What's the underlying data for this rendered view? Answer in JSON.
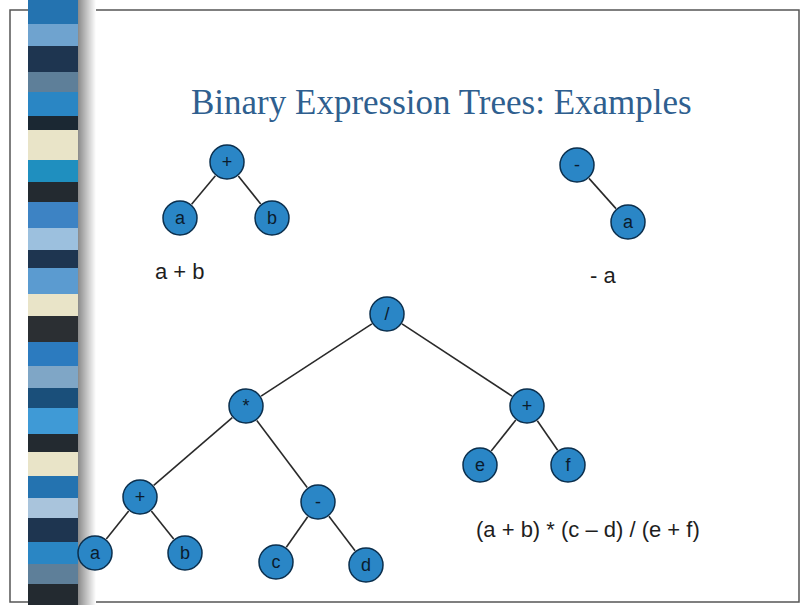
{
  "diagram": {
    "title": "Binary Expression Trees: Examples",
    "nodes": [
      {
        "text": [
          "+"
        ]
      },
      {
        "text": [
          "-"
        ]
      },
      {
        "text": [
          "a"
        ]
      },
      {
        "text": [
          "b"
        ]
      },
      {
        "text": [
          "a"
        ]
      },
      {
        "text": [
          "/"
        ]
      },
      {
        "text": [
          "*"
        ]
      },
      {
        "text": [
          "+"
        ]
      },
      {
        "text": [
          "e"
        ]
      },
      {
        "text": [
          "f"
        ]
      },
      {
        "text": [
          "+"
        ]
      },
      {
        "text": [
          "-"
        ]
      },
      {
        "text": [
          "a"
        ]
      },
      {
        "text": [
          "b"
        ]
      },
      {
        "text": [
          "c"
        ]
      },
      {
        "text": [
          "d"
        ]
      }
    ],
    "edges": [
      {
        "from": 0,
        "to": 2,
        "arrow": "none"
      },
      {
        "from": 0,
        "to": 3,
        "arrow": "none"
      },
      {
        "from": 1,
        "to": 4,
        "arrow": "none"
      },
      {
        "from": 5,
        "to": 6,
        "arrow": "none"
      },
      {
        "from": 5,
        "to": 7,
        "arrow": "none"
      },
      {
        "from": 7,
        "to": 8,
        "arrow": "none"
      },
      {
        "from": 7,
        "to": 9,
        "arrow": "none"
      },
      {
        "from": 6,
        "to": 10,
        "arrow": "none"
      },
      {
        "from": 6,
        "to": 11,
        "arrow": "none"
      },
      {
        "from": 10,
        "to": 12,
        "arrow": "none"
      },
      {
        "from": 10,
        "to": 13,
        "arrow": "none"
      },
      {
        "from": 11,
        "to": 14,
        "arrow": "none"
      },
      {
        "from": 11,
        "to": 15,
        "arrow": "none"
      }
    ],
    "labels": [
      "a + b",
      "- a",
      "(a + b) * (c – d) / (e + f)"
    ]
  }
}
